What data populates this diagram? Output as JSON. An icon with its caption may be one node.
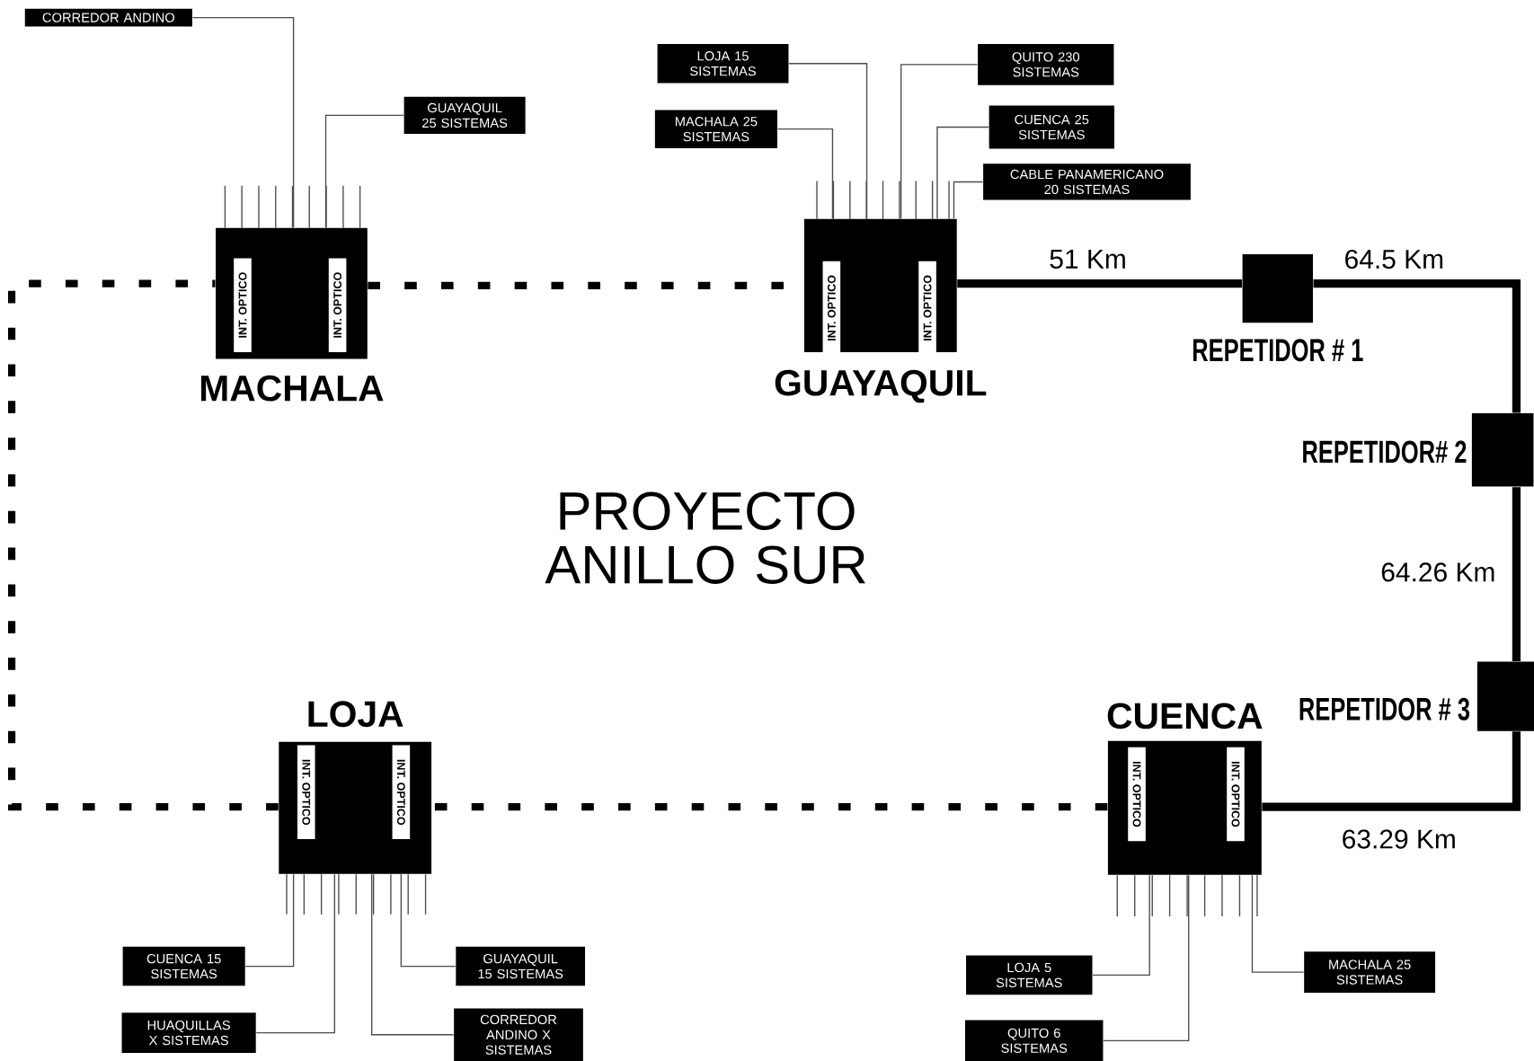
{
  "diagram": {
    "title": "PROYECTO ANILLO SUR",
    "nodes": [
      {
        "text": [
          "MACHALA"
        ]
      },
      {
        "text": [
          "INT. OPTICO"
        ],
        "in": 0
      },
      {
        "text": [
          "INT. OPTICO"
        ],
        "in": 0
      },
      {
        "text": [
          "GUAYAQUIL"
        ]
      },
      {
        "text": [
          "INT. OPTICO"
        ],
        "in": 3
      },
      {
        "text": [
          "INT. OPTICO"
        ],
        "in": 3
      },
      {
        "text": [
          "REPETIDOR # 1"
        ]
      },
      {
        "text": [
          "REPETIDOR# 2"
        ]
      },
      {
        "text": [
          "REPETIDOR # 3"
        ]
      },
      {
        "text": [
          "LOJA"
        ]
      },
      {
        "text": [
          "INT. OPTICO"
        ],
        "in": 9
      },
      {
        "text": [
          "INT. OPTICO"
        ],
        "in": 9
      },
      {
        "text": [
          "CUENCA"
        ]
      },
      {
        "text": [
          "INT. OPTICO"
        ],
        "in": 12
      },
      {
        "text": [
          "INT. OPTICO"
        ],
        "in": 12
      },
      {
        "text": [
          "CORREDOR ANDINO"
        ]
      },
      {
        "text": [
          "GUAYAQUIL 25 SISTEMAS"
        ]
      },
      {
        "text": [
          "LOJA 15 SISTEMAS"
        ]
      },
      {
        "text": [
          "MACHALA 25 SISTEMAS"
        ]
      },
      {
        "text": [
          "QUITO 230 SISTEMAS"
        ]
      },
      {
        "text": [
          "CUENCA 25 SISTEMAS"
        ]
      },
      {
        "text": [
          "CABLE PANAMERICANO 20 SISTEMAS"
        ]
      },
      {
        "text": [
          "CUENCA 15 SISTEMAS"
        ]
      },
      {
        "text": [
          "HUAQUILLAS X SISTEMAS"
        ]
      },
      {
        "text": [
          "GUAYAQUIL 15 SISTEMAS"
        ]
      },
      {
        "text": [
          "CORREDOR ANDINO X SISTEMAS"
        ]
      },
      {
        "text": [
          "LOJA 5 SISTEMAS"
        ]
      },
      {
        "text": [
          "QUITO 6 SISTEMAS"
        ]
      },
      {
        "text": [
          "MACHALA 25 SISTEMAS"
        ]
      }
    ],
    "edges": [
      {
        "from": 15,
        "to": 0,
        "arrow": "none"
      },
      {
        "from": 16,
        "to": 0,
        "arrow": "none"
      },
      {
        "from": 17,
        "to": 3,
        "arrow": "none"
      },
      {
        "from": 18,
        "to": 3,
        "arrow": "none"
      },
      {
        "from": 19,
        "to": 3,
        "arrow": "none"
      },
      {
        "from": 20,
        "to": 3,
        "arrow": "none"
      },
      {
        "from": 21,
        "to": 3,
        "arrow": "none"
      },
      {
        "from": 22,
        "to": 9,
        "arrow": "none"
      },
      {
        "from": 23,
        "to": 9,
        "arrow": "none"
      },
      {
        "from": 24,
        "to": 9,
        "arrow": "none"
      },
      {
        "from": 25,
        "to": 9,
        "arrow": "none"
      },
      {
        "from": 26,
        "to": 12,
        "arrow": "none"
      },
      {
        "from": 27,
        "to": 12,
        "arrow": "none"
      },
      {
        "from": 28,
        "to": 12,
        "arrow": "none"
      },
      {
        "from": 0,
        "to": 3,
        "arrow": "none",
        "style": "dashed"
      },
      {
        "from": 3,
        "to": 6,
        "arrow": "none",
        "style": "thick",
        "label": "51 Km"
      },
      {
        "from": 6,
        "to": 7,
        "arrow": "none",
        "style": "thick",
        "label": "64.5 Km"
      },
      {
        "from": 7,
        "to": 8,
        "arrow": "none",
        "style": "thick",
        "label": "64.26 Km"
      },
      {
        "from": 8,
        "to": 12,
        "arrow": "none",
        "style": "thick",
        "label": "63.29 Km"
      },
      {
        "from": 12,
        "to": 9,
        "arrow": "none",
        "style": "dashed"
      },
      {
        "from": 9,
        "to": 0,
        "arrow": "none",
        "style": "dashed"
      }
    ]
  }
}
